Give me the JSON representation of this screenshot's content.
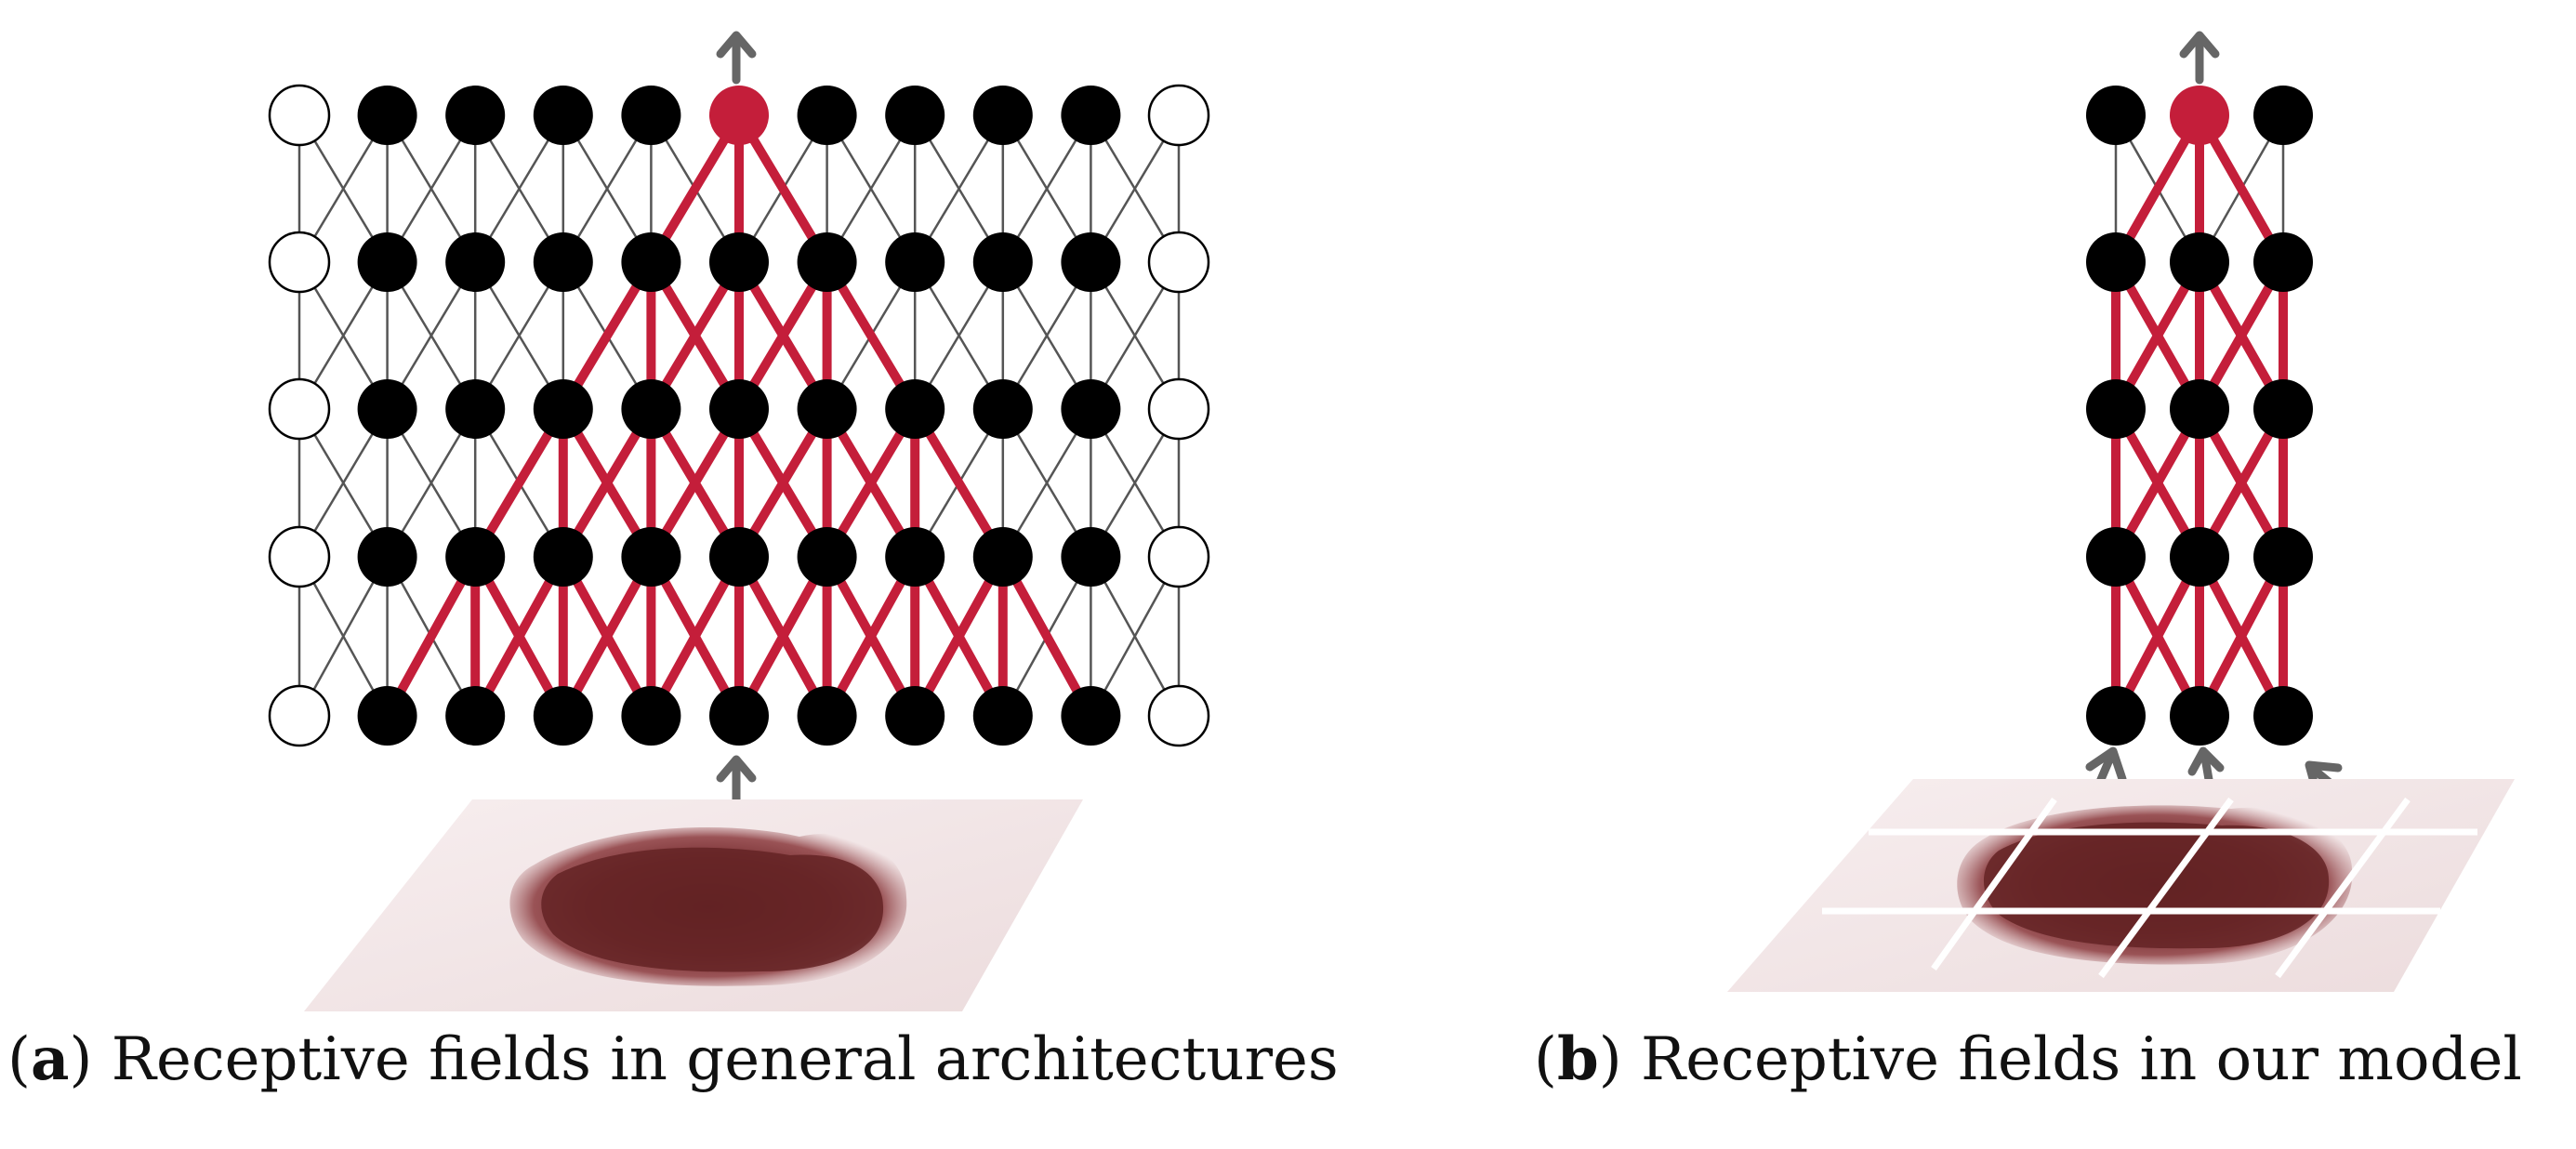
{
  "captions": {
    "a": {
      "tag": "a",
      "text": "Receptive fields in general architectures"
    },
    "b": {
      "tag": "b",
      "text": "Receptive fields in our model"
    }
  },
  "colors": {
    "receptive_path": "#c41e3a",
    "highlight_node": "#c41e3a",
    "node": "#000000",
    "padding_node": "#ffffff",
    "connection": "#555555",
    "arrow": "#666666",
    "skin": "#f1e3e4",
    "lesion": "#6e2a2b"
  },
  "icons": {
    "output_arrow": "arrow-up-icon",
    "input_arrow": "arrow-up-icon",
    "skin_image": "skin-lesion-image"
  }
}
